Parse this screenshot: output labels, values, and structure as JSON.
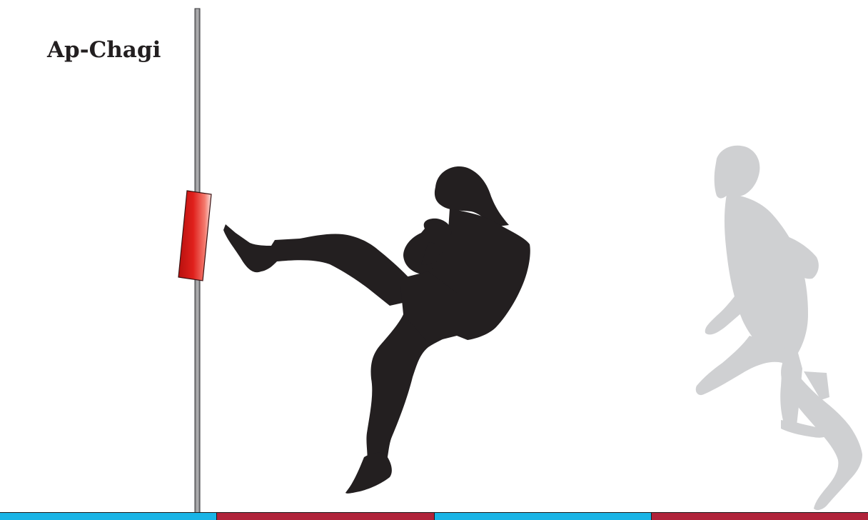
{
  "title": "Ap-Chagi",
  "colors": {
    "background": "#ffffff",
    "pole": "#9a9a9c",
    "pole_outline": "#3a3a3c",
    "target_pad": "#e0201c",
    "kicker_silhouette": "#231f20",
    "runner_silhouette": "#cfd0d2",
    "mat_blue": "#19b4e6",
    "mat_red": "#b0233a"
  },
  "icons": {
    "pole": "striking-pole",
    "pad": "target-pad",
    "kicker": "front-kick-silhouette",
    "runner": "running-silhouette"
  },
  "floor": {
    "mats": [
      {
        "color": "#19b4e6"
      },
      {
        "color": "#b0233a"
      },
      {
        "color": "#19b4e6"
      },
      {
        "color": "#b0233a"
      }
    ]
  }
}
